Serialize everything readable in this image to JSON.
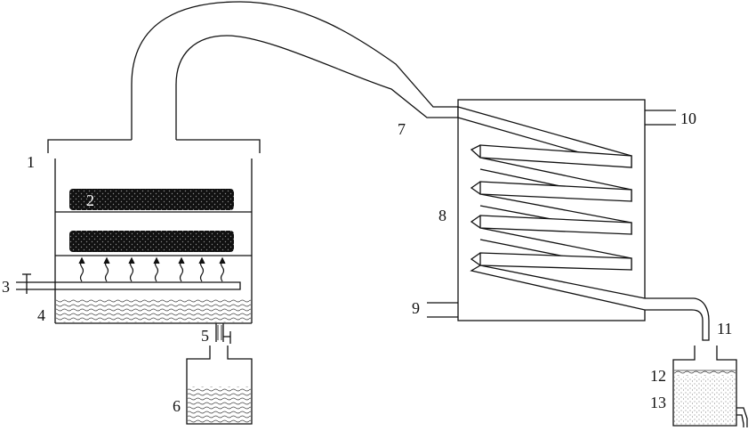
{
  "labels": {
    "l1": "1",
    "l2": "2",
    "l3": "3",
    "l4": "4",
    "l5": "5",
    "l6": "6",
    "l7": "7",
    "l8": "8",
    "l9": "9",
    "l10": "10",
    "l11": "11",
    "l12": "12",
    "l13": "13"
  },
  "colors": {
    "line": "#111111",
    "tray_fill": "#111111",
    "background": "#ffffff"
  }
}
